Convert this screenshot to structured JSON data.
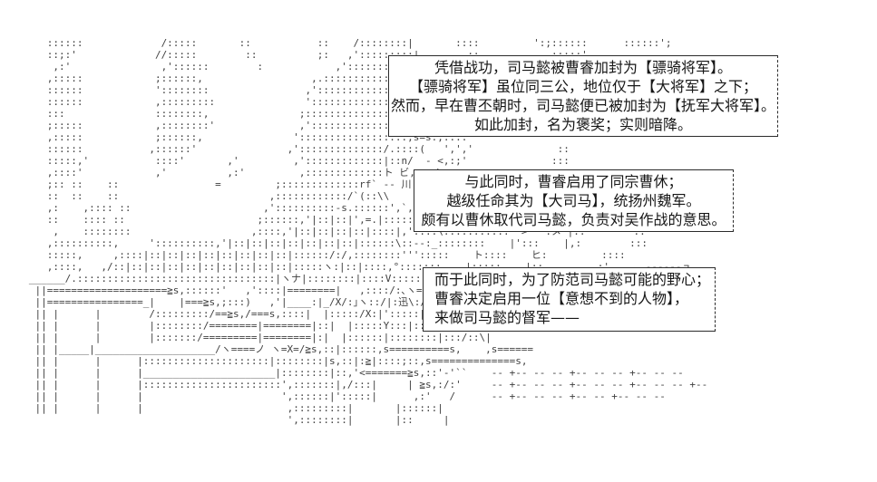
{
  "scene": {
    "background_color": "#ffffff",
    "ascii_ink_color": "#3f3f3f",
    "box_border_color": "#2b2b2b",
    "box_text_color": "#161616"
  },
  "dialogue": {
    "box1": {
      "lines": [
        "凭借战功，司马懿被曹睿加封为【骠骑将军】。",
        "【骠骑将军】虽位同三公，地位仅于【大将军】之下；",
        "然而，早在曹丕朝时，司马懿便已被加封为【抚军大将军】。",
        "如此加封，名为褒奖；实则暗降。"
      ]
    },
    "box2": {
      "lines": [
        "与此同时，曹睿启用了同宗曹休；",
        "越级任命其为【大司马】，统扬州魏军。",
        "颇有以曹休取代司马懿，负责对吴作战的意思。"
      ]
    },
    "box3": {
      "lines": [
        "而于此同时，为了防范司马懿可能的野心；",
        "曹睿决定启用一位【意想不到的人物】，",
        "来做司马懿的督军——"
      ]
    }
  },
  "ascii_art": {
    "banner_glyph": "迅",
    "lines": [
      "",
      "",
      "",
      "      ::::::             /:::::       ::           ::    /::::::::|       ::::         ':;::::::      ::::::';",
      "      ::;:'             //:::::        ::          ;:   ,':::::::::|        ::            ;::::'",
      "       ,:'               ,'::::::        :            ,'::::::::::::,'",
      "      ,:::::            ;::::::,                  ,.::::::::::::::::.,",
      "      ::::::            '::::::::                ,':::::::::::::::::::::',",
      "      ::::::            ,:::::::::               ':::::::::::::::::::::::;",
      "      :::               ::::::::,               ;:::::::::::::::::::::::::,",
      "      ;:::::            ,::::::::'              ,':::::::::::::::::::::::::::',",
      "      ,:::::            ;::::::,               '::::::::::::::::::,s=s.,::::'",
      "      ::::::           ,::::::'               ,'::::::::::::::/.::::(   ',','              ::",
      "      :::::,'           ::::'       ,'         ,':::::::::::::|::n/  - <,:;'              :::",
      "      ,::::'            ,'          ,:'         ,:::::::::::::ト ビ, - /::::,,::            ::::",
      "      ;:: ::    ::                =         ;:::::::::::::rf` -- 川|.:::::'::::         :::::",
      "      ::  ::    ::                         ,::::::::::::/`(::\\\\    才,≧;:::::::  ::      ::::",
      "      ,:    ,:::: ::                      ,'::::::::::-s.::::::',`,,°,__/',`::=,::::      :::::",
      "      ::    :::: ::                      ;::::::,'|::|::|',=.|:::::: ;::::; ,'|ビ:,(1,::::",
      "       ,    ::::::::                    ,::::,'|::|::|::|::|::::|,'::::\\:::::::::::  >   :メ'|::        ::",
      "      ,::::::::::,     '::::::::::,'|::|::|::|::|::|::|::|::::::\\::--:_::::::::    |':::    |,:        :::",
      "      :::::,     ,::::|::|::|::|::|::|::|::|::|::::::/:/,::::::::''':::::    ト::::    ヒ:         ::::",
      "      ,::::,   ,/::|::|::|::|::|::|::|::|::|::|:::::ヽ:|::|::::,°:::::::    |:::::    |::        ,:'      ------ュ",
      "   ______/.:::::::::::::::::::::::::::::::::|ヽナ|::::::::|::::V:::::::::::'       ,'          ,:::",
      "    ||====================≧s,::::::'   ,'::::|========|   ,::::/:､ヽ=ノ::::Y,｡+'::`",
      "    ||================_|    |===≧s,;:::)   ,'|____:|_/X/:｣ヽ::/|:迅\\:/|",
      "    || |      |        /:::::::::/==≧s,/===s,::::|  |:::::/X:|':::::|::::Y:::|",
      "    || |      |        |::::::::/========|========|::|  |:::::Y:::|:::::|:::::\\/|",
      "    || |      |        |:::::::/=========|========|:|  |::::::|::::::::|:::/::\\|",
      "    || |_____|____________________/ヽ====ノ ヽ=X=/≧s,::|::::::,s==========s,    ,s======",
      "    || |      |      |:::::::::::::::::::::|::::::::|s,::|:≧|::::;::,s==============s,",
      "    || |      |      |______________________|::::::::|::,'<=======≧s,::'-'``    -- +-- -- -- +-- -- -- +-- -- --",
      "    || |      |      |:::::::::::::::::::::::',:::::::|,/:::|     | ≧s,:/:'     -- +-- -- -- +-- -- -- +-- -- -- +--",
      "    || |      |      |                       ',::::::|':::::|      ,:'   /      -- +-- -- -- +-- -- +-- -- --",
      "    || |      |      |                        ,:::::::::|       |::::::|",
      "                                              ',::::::::|       |::     |"
    ]
  }
}
